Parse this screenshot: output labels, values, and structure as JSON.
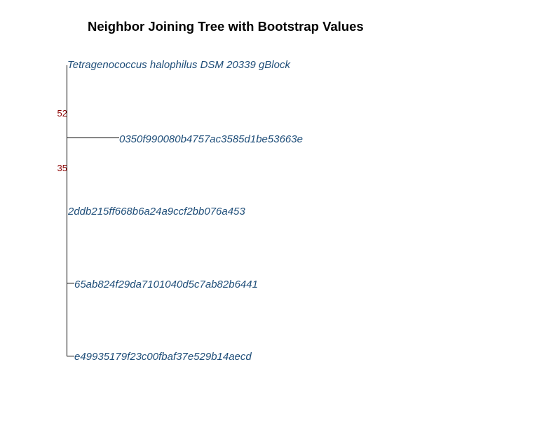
{
  "title": "Neighbor Joining Tree with Bootstrap Values",
  "tree": {
    "leaves": [
      "Tetragenococcus halophilus DSM 20339 gBlock",
      "0350f990080b4757ac3585d1be53663e",
      "2ddb215ff668b6a24a9ccf2bb076a453",
      "65ab824f29da7101040d5c7ab82b6441",
      "e49935179f23c00fbaf37e529b14aecd"
    ],
    "bootstrap_values": [
      "52",
      "35"
    ]
  },
  "colors": {
    "branch": "#000000",
    "leaf_label": "#1f4e79",
    "bootstrap": "#8b0000",
    "title": "#000000"
  }
}
